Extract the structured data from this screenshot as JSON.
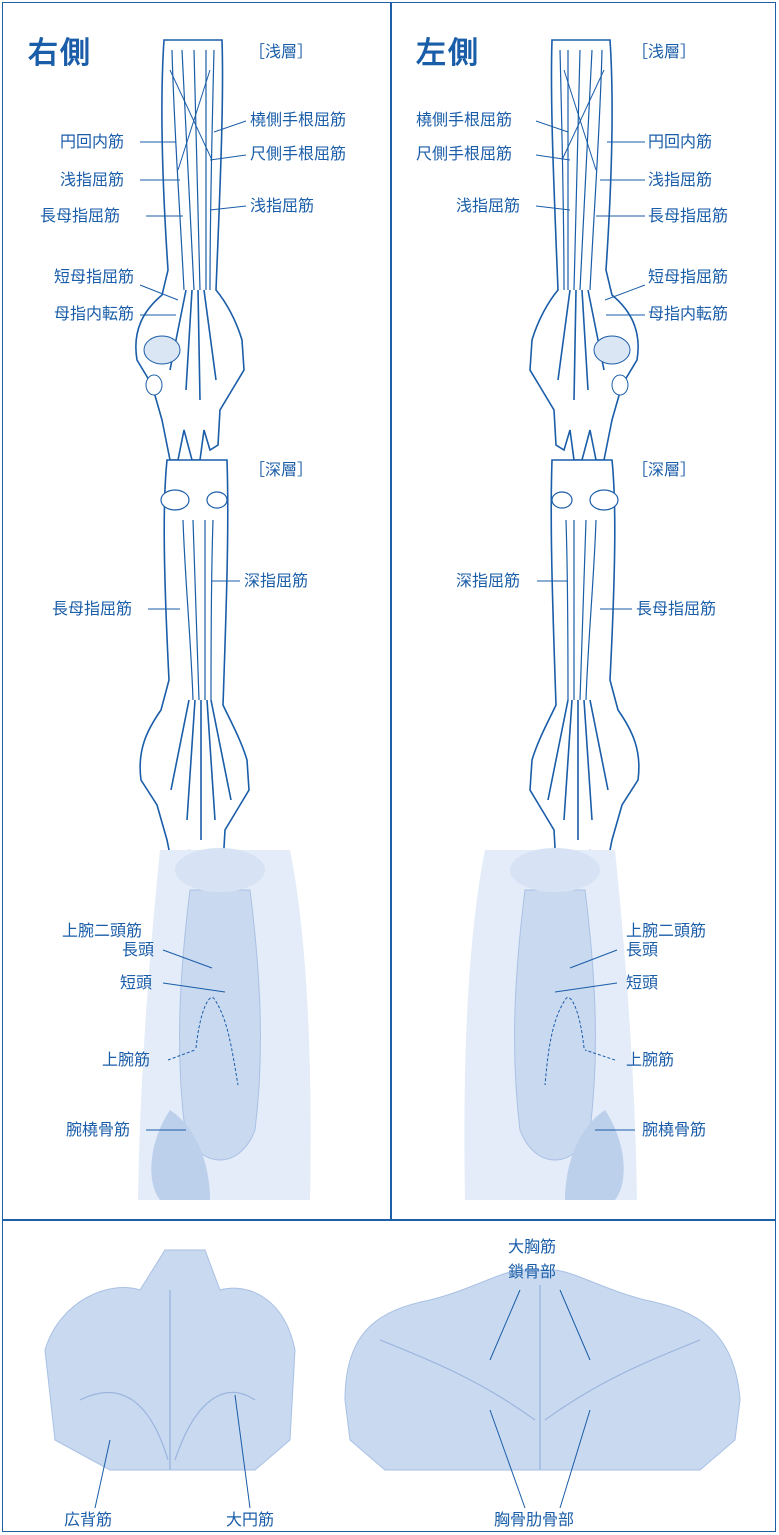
{
  "panels": {
    "right": {
      "title": "右側"
    },
    "left": {
      "title": "左側"
    }
  },
  "layers": {
    "superficial": "［浅層］",
    "deep": "［深層］"
  },
  "labels": {
    "pronator_teres": "円回内筋",
    "fds": "浅指屈筋",
    "fpl": "長母指屈筋",
    "fpb": "短母指屈筋",
    "adductor_pollicis": "母指内転筋",
    "fcr": "橈側手根屈筋",
    "fcu": "尺側手根屈筋",
    "fdp": "深指屈筋",
    "biceps": "上腕二頭筋",
    "long_head": "長頭",
    "short_head": "短頭",
    "brachialis": "上腕筋",
    "brachioradialis": "腕橈骨筋",
    "pectoralis_major": "大胸筋",
    "clavicular_part": "鎖骨部",
    "sternocostal_part": "胸骨肋骨部",
    "latissimus_dorsi": "広背筋",
    "teres_major": "大円筋"
  },
  "colors": {
    "accent": "#1a5da8",
    "frame": "#1f5fa6",
    "muscle_fill": "#c9d9f0",
    "muscle_light": "#e3ecf8"
  }
}
